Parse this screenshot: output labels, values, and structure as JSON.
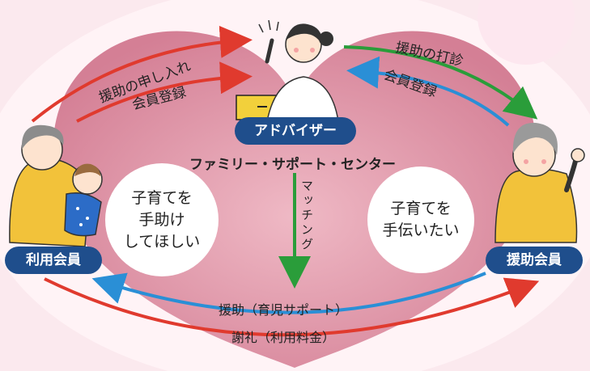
{
  "center": {
    "org_name": "ファミリー・サポート・センター",
    "advisor_label": "アドバイザー",
    "matching_label": "マッチング"
  },
  "left": {
    "member_label": "利用会員",
    "bubble_lines": [
      "子育てを",
      "手助け",
      "してほしい"
    ]
  },
  "right": {
    "member_label": "援助会員",
    "bubble_lines": [
      "子育てを",
      "手伝いたい"
    ]
  },
  "arrows": {
    "left_top_1": "援助の申し入れ",
    "left_top_2": "会員登録",
    "right_top_1": "援助の打診",
    "right_top_2": "会員登録",
    "bottom_1": "援助（育児サポート）",
    "bottom_2": "謝礼（利用料金）"
  },
  "colors": {
    "navy": "#1f4e8c",
    "red": "#e03a2e",
    "green": "#2a9d3a",
    "blue": "#2a8fd6",
    "heart": "#dd8ea0"
  }
}
